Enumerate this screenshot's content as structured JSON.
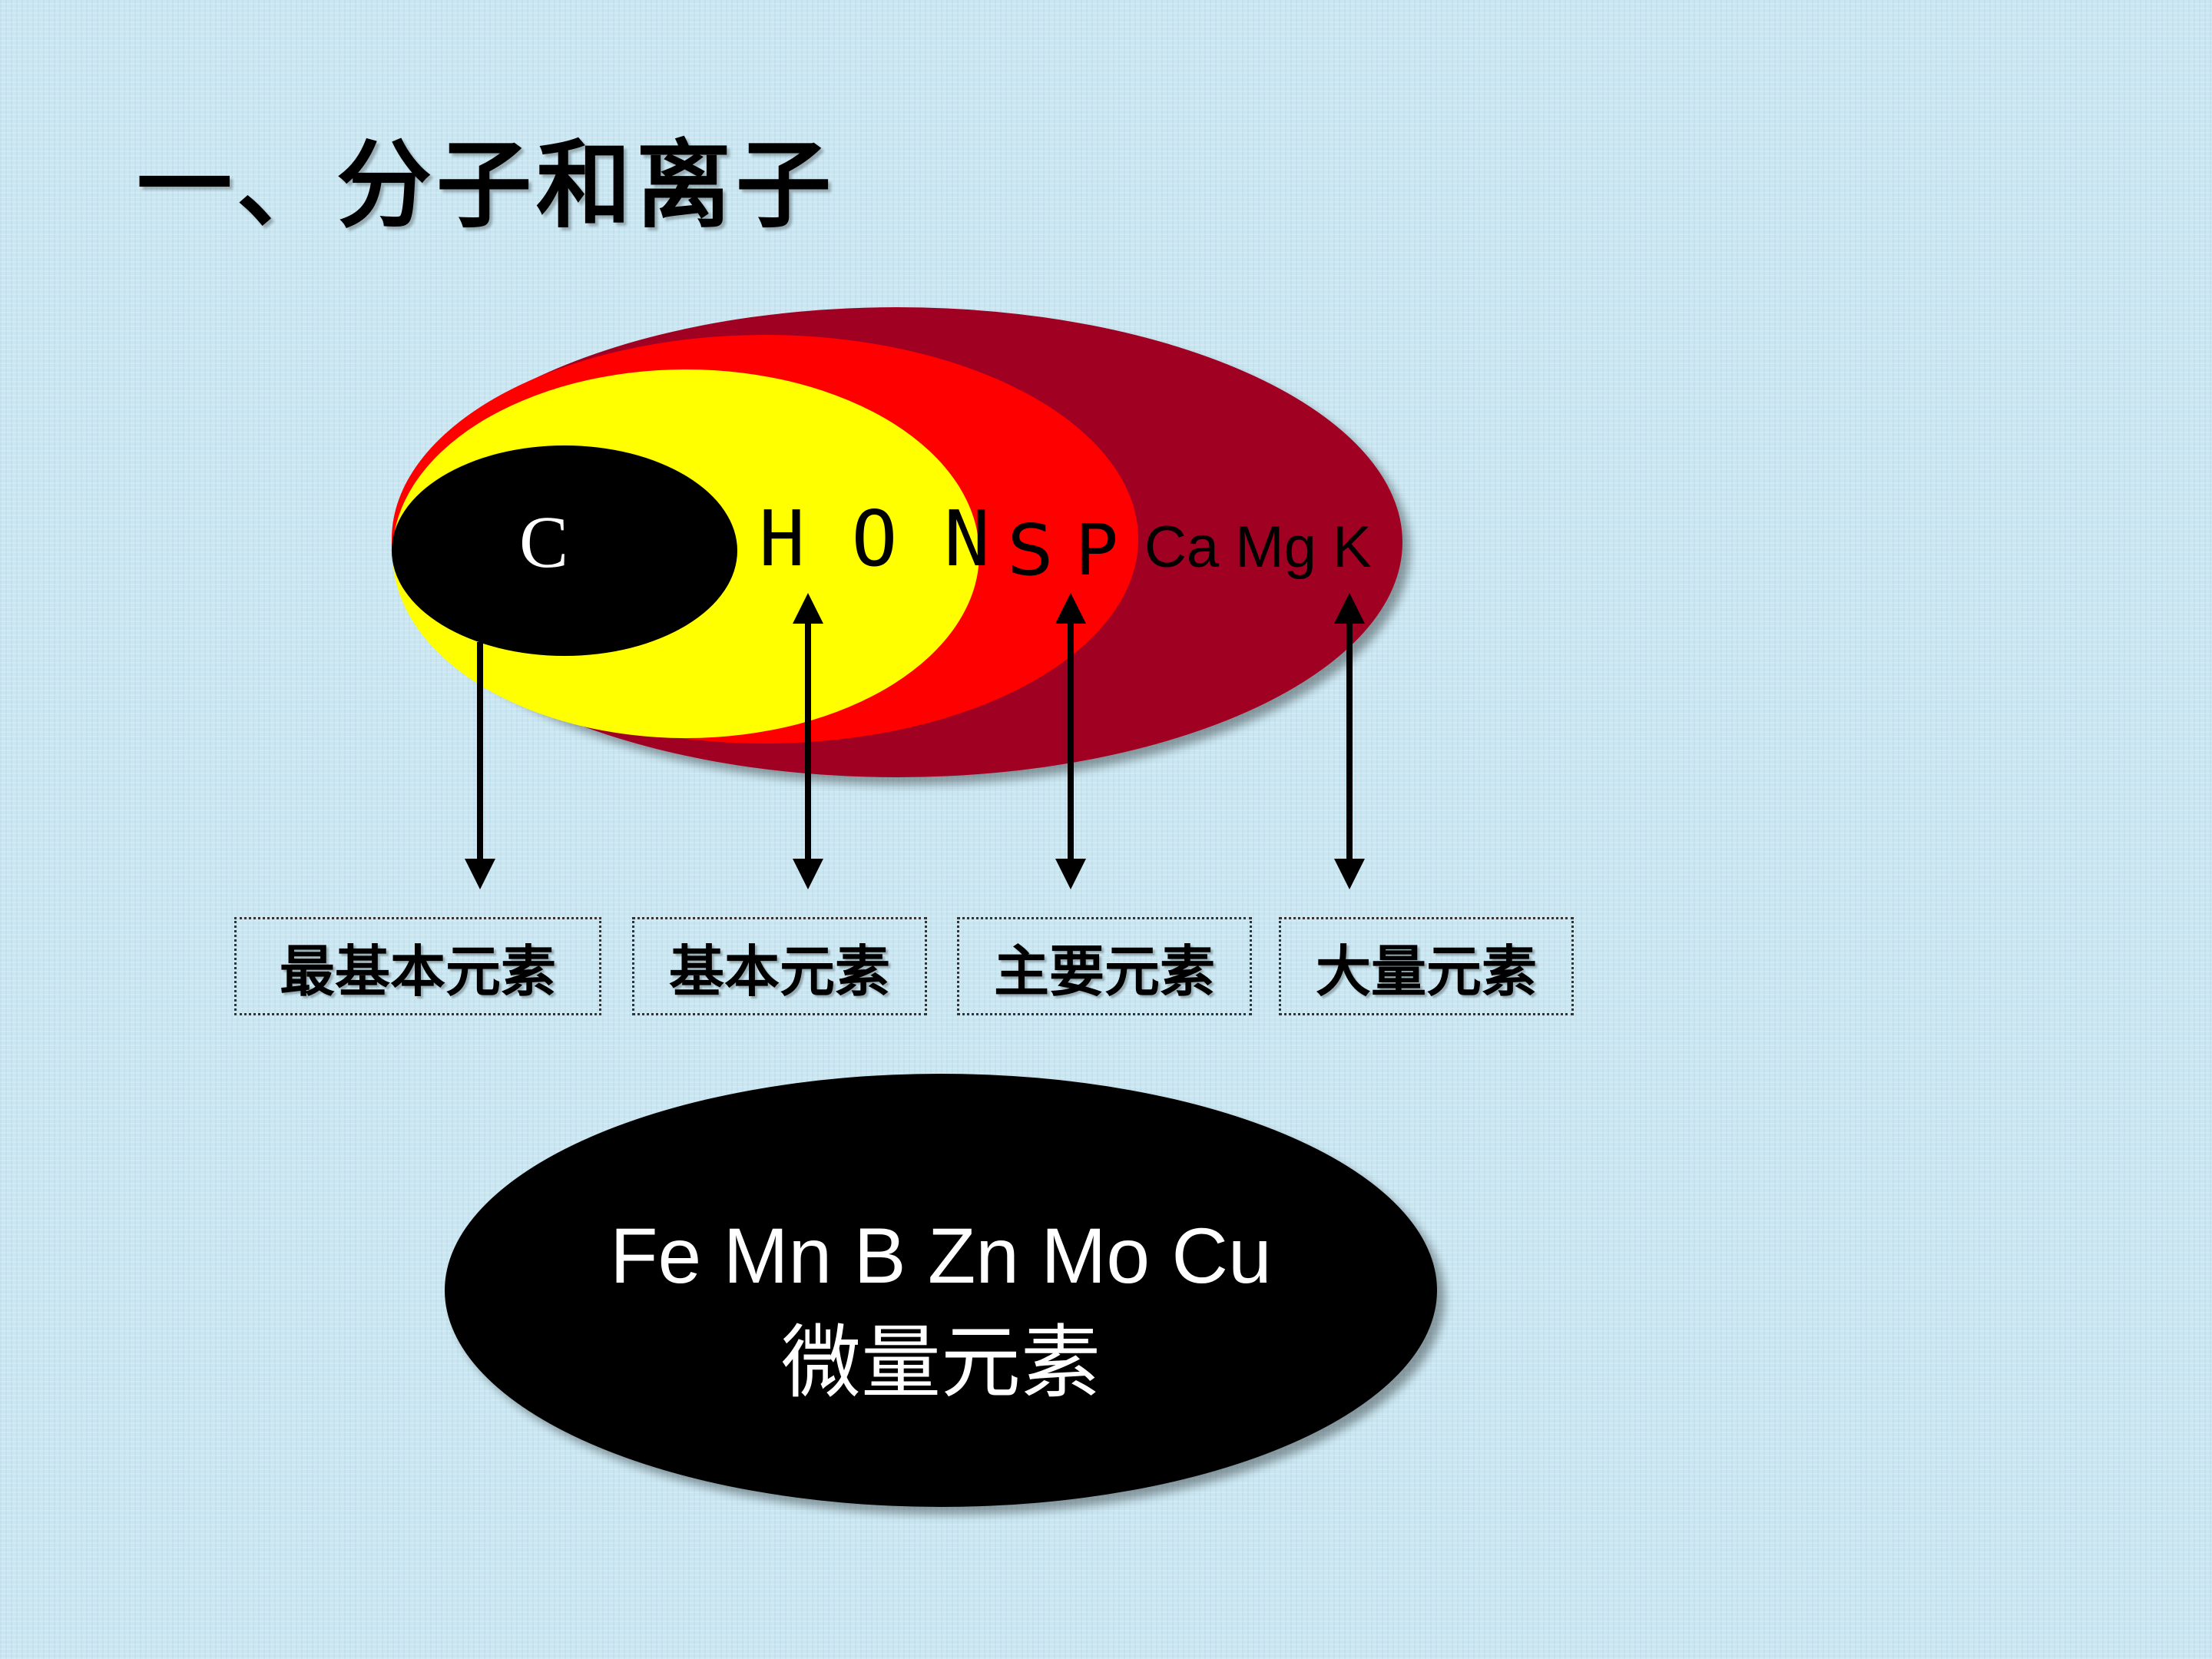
{
  "title": "一、分子和离子",
  "diagram": {
    "core_symbol": "C",
    "basic_symbols": "H O N",
    "major_symbols": "S P",
    "macro_symbols": "Ca Mg K",
    "labels": {
      "most_basic": "最基本元素",
      "basic": "基本元素",
      "major": "主要元素",
      "macro": "大量元素"
    },
    "trace": {
      "symbols": "Fe Mn B Zn Mo Cu",
      "label": "微量元素"
    },
    "colors": {
      "outer": "#a00024",
      "red": "#ff0000",
      "yellow": "#ffff00",
      "core": "#000000",
      "text_dark": "#000000",
      "text_light": "#ffffff"
    }
  }
}
